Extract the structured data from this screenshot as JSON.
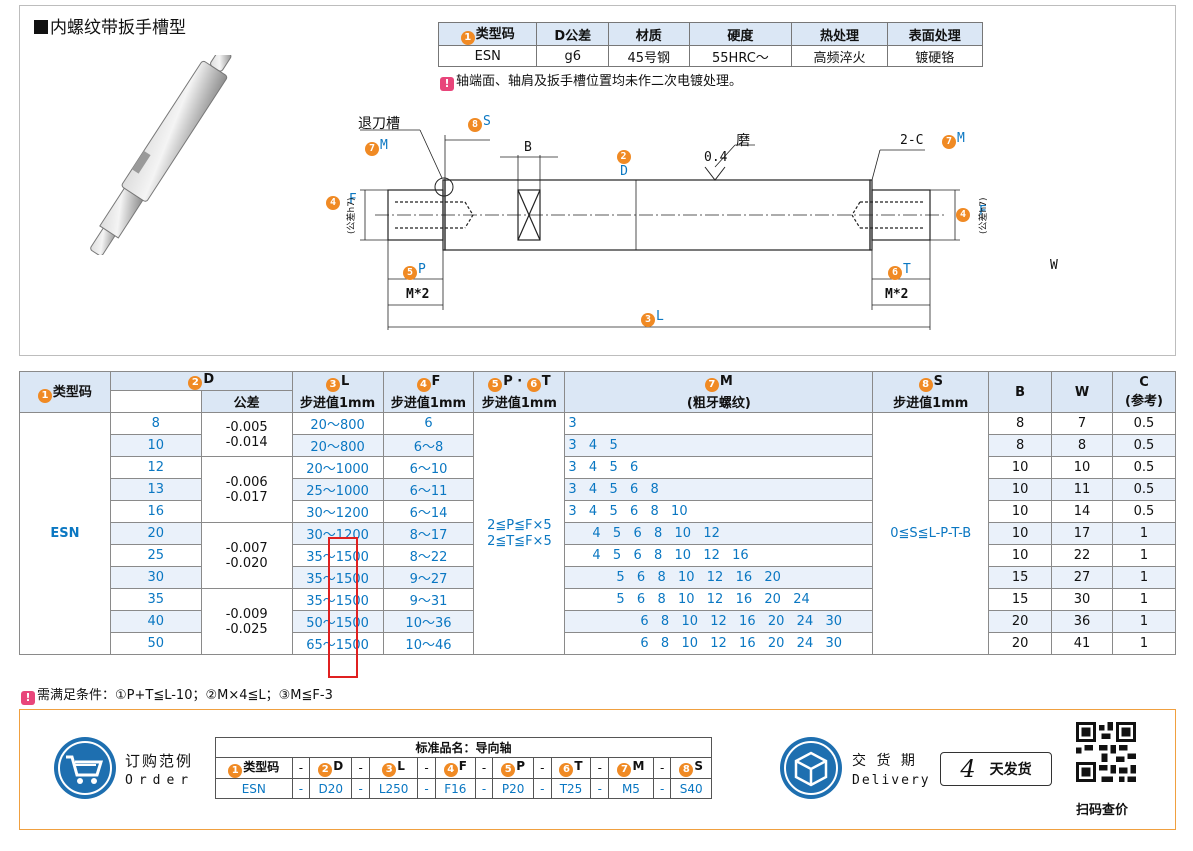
{
  "title": "内螺纹带扳手槽型",
  "spec_table": {
    "headers": [
      "类型码",
      "D公差",
      "材质",
      "硬度",
      "热处理",
      "表面处理"
    ],
    "header_num": "1",
    "row": [
      "ESN",
      "g6",
      "45号钢",
      "55HRC～",
      "高频淬火",
      "镀硬铬"
    ]
  },
  "spec_note": "轴端面、轴肩及扳手槽位置均未作二次电镀处理。",
  "drawing": {
    "label_groove": "退刀槽",
    "label_s": "S",
    "label_b": "B",
    "label_d": "D",
    "label_roughness": "0.4",
    "label_grind": "磨",
    "label_chamfer": "2-C",
    "label_m_left": "M",
    "label_m_right": "M",
    "label_f": "F",
    "label_f_tol": "(公差h7)",
    "label_p": "P",
    "label_t": "T",
    "label_m2_left": "M*2",
    "label_m2_right": "M*2",
    "label_l": "L",
    "label_w": "W",
    "num_d": "2",
    "num_l": "3",
    "num_f": "4",
    "num_p": "5",
    "num_t": "6",
    "num_m": "7",
    "num_s": "8"
  },
  "main_table": {
    "h_type": "类型码",
    "h_d": "D",
    "h_d_tol": "公差",
    "h_l": "L",
    "h_l_sub": "步进值1mm",
    "h_f": "F",
    "h_f_sub": "步进值1mm",
    "h_pt_p": "P",
    "h_pt_sep": "·",
    "h_pt_t": "T",
    "h_pt_sub": "步进值1mm",
    "h_m": "M",
    "h_m_sub": "(粗牙螺纹)",
    "h_s": "S",
    "h_s_sub": "步进值1mm",
    "h_b": "B",
    "h_w": "W",
    "h_c": "C",
    "h_c_sub": "(参考)",
    "type_code": "ESN",
    "pt_rule_1": "2≦P≦F×5",
    "pt_rule_2": "2≦T≦F×5",
    "s_rule": "0≦S≦L-P-T-B",
    "tol_groups": [
      [
        "-0.005",
        "-0.014"
      ],
      [
        "-0.006",
        "-0.017"
      ],
      [
        "-0.007",
        "-0.020"
      ],
      [
        "-0.009",
        "-0.025"
      ]
    ],
    "rows": [
      {
        "d": "8",
        "l": "20～800",
        "f": "6",
        "m": "3",
        "b": "8",
        "w": "7",
        "c": "0.5"
      },
      {
        "d": "10",
        "l": "20～800",
        "f": "6～8",
        "m": "3  4  5",
        "b": "8",
        "w": "8",
        "c": "0.5"
      },
      {
        "d": "12",
        "l": "20～1000",
        "f": "6～10",
        "m": "3  4  5  6",
        "b": "10",
        "w": "10",
        "c": "0.5"
      },
      {
        "d": "13",
        "l": "25～1000",
        "f": "6～11",
        "m": "3  4  5  6  8",
        "b": "10",
        "w": "11",
        "c": "0.5"
      },
      {
        "d": "16",
        "l": "30～1200",
        "f": "6～14",
        "m": "3  4  5  6  8  10",
        "b": "10",
        "w": "14",
        "c": "0.5"
      },
      {
        "d": "20",
        "l": "30～1200",
        "f": "8～17",
        "m": "4  5  6  8  10  12",
        "b": "10",
        "w": "17",
        "c": "1"
      },
      {
        "d": "25",
        "l": "35～1500",
        "f": "8～22",
        "m": "4  5  6  8  10  12  16",
        "b": "10",
        "w": "22",
        "c": "1"
      },
      {
        "d": "30",
        "l": "35～1500",
        "f": "9～27",
        "m": "5  6  8  10  12  16  20",
        "b": "15",
        "w": "27",
        "c": "1"
      },
      {
        "d": "35",
        "l": "35～1500",
        "f": "9～31",
        "m": "5  6  8  10  12  16  20  24",
        "b": "15",
        "w": "30",
        "c": "1"
      },
      {
        "d": "40",
        "l": "50～1500",
        "f": "10～36",
        "m": "6  8  10  12  16  20  24  30",
        "b": "20",
        "w": "36",
        "c": "1"
      },
      {
        "d": "50",
        "l": "65～1500",
        "f": "10～46",
        "m": "6  8  10  12  16  20  24  30",
        "b": "20",
        "w": "41",
        "c": "1"
      }
    ]
  },
  "condition_note": "需满足条件：①P+T≦L-10；②M×4≦L；③M≦F-3",
  "order": {
    "title_cn": "订购范例",
    "title_en": "Order",
    "std_name": "标准品名：导向轴",
    "h_type": "类型码",
    "h_d": "D",
    "h_l": "L",
    "h_f": "F",
    "h_p": "P",
    "h_t": "T",
    "h_m": "M",
    "h_s": "S",
    "v_type": "ESN",
    "v_d": "D20",
    "v_l": "L250",
    "v_f": "F16",
    "v_p": "P20",
    "v_t": "T25",
    "v_m": "M5",
    "v_s": "S40",
    "dash": "-"
  },
  "delivery": {
    "title_cn": "交 货 期",
    "title_en": "Delivery",
    "days": "4",
    "days_label": "天发货"
  },
  "qr_label": "扫码查价",
  "colors": {
    "accent": "#0a77c2",
    "orange": "#f08a24",
    "header_bg": "#dbe7f5",
    "highlight": "#e02020",
    "order_border": "#f0a040"
  }
}
